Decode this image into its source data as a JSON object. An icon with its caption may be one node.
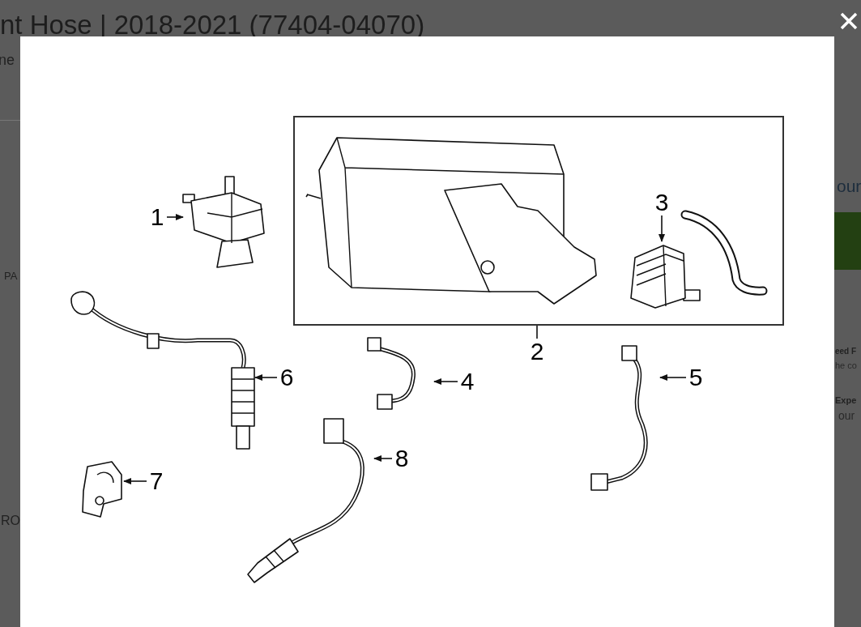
{
  "diagram": {
    "title": "nt Hose | 2018-2021 (77404-04070)",
    "nodes": [
      {
        "text": [
          "1"
        ]
      },
      {
        "text": [],
        "shape": "picture"
      },
      {
        "text": [
          "2"
        ]
      },
      {
        "text": [],
        "shape": "box"
      },
      {
        "text": [
          "3"
        ],
        "in": 3
      },
      {
        "text": [],
        "shape": "picture",
        "in": 3
      },
      {
        "text": [
          "4"
        ]
      },
      {
        "text": [],
        "shape": "picture"
      },
      {
        "text": [
          "5"
        ]
      },
      {
        "text": [],
        "shape": "picture"
      },
      {
        "text": [
          "6"
        ]
      },
      {
        "text": [],
        "shape": "picture"
      },
      {
        "text": [
          "7"
        ]
      },
      {
        "text": [],
        "shape": "picture"
      },
      {
        "text": [
          "8"
        ]
      },
      {
        "text": [],
        "shape": "picture"
      }
    ],
    "edges": [
      {
        "from": 0,
        "to": 1,
        "arrow": "to"
      },
      {
        "from": 2,
        "to": 3,
        "arrow": "none"
      },
      {
        "from": 4,
        "to": 5,
        "arrow": "to"
      },
      {
        "from": 6,
        "to": 7,
        "arrow": "to"
      },
      {
        "from": 8,
        "to": 9,
        "arrow": "to"
      },
      {
        "from": 10,
        "to": 11,
        "arrow": "to"
      },
      {
        "from": 12,
        "to": 13,
        "arrow": "to"
      },
      {
        "from": 14,
        "to": 15,
        "arrow": "to"
      }
    ],
    "labels": [
      "ne",
      "our",
      "PA",
      "eed F",
      "he co",
      "Expe",
      "our",
      "RO"
    ]
  }
}
